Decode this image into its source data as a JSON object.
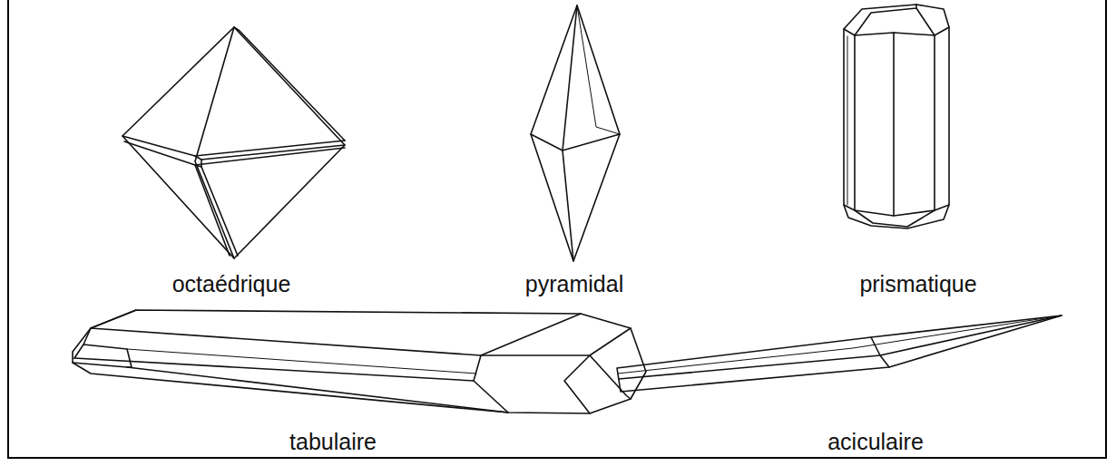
{
  "diagram": {
    "labels": [
      "octaédrique",
      "pyramidal",
      "prismatique",
      "tabulaire",
      "aciculaire"
    ]
  }
}
